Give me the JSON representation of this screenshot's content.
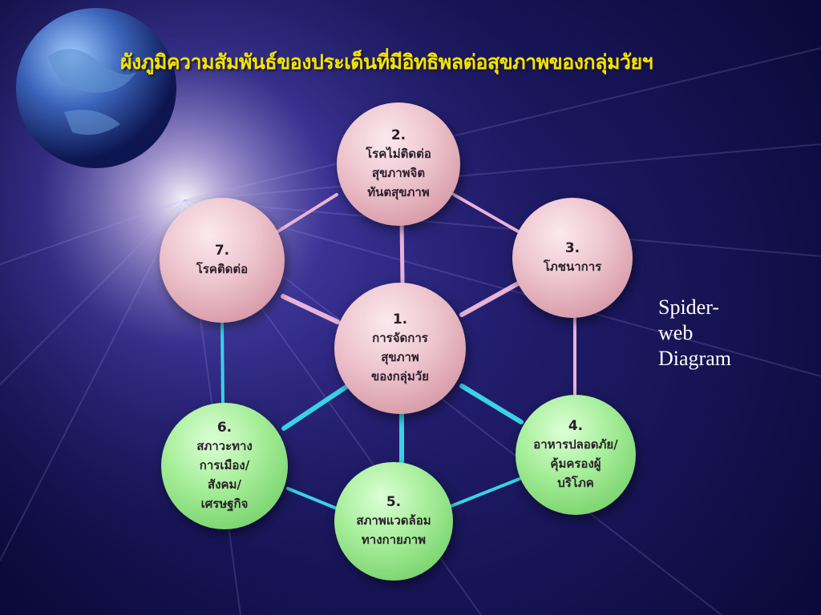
{
  "title": "ผังภูมิความสัมพันธ์ของประเด็นที่มีอิทธิพลต่อสุขภาพของกลุ่มวัยฯ",
  "side_label": [
    "Spider-",
    "web",
    "Diagram"
  ],
  "nodes": [
    {
      "num": "1.",
      "lines": [
        "การจัดการ",
        "สุขภาพ",
        "ของกลุ่มวัย"
      ],
      "color": "#e8b9c4"
    },
    {
      "num": "2.",
      "lines": [
        "โรคไม่ติดต่อ",
        "สุขภาพจิต",
        "ทันตสุขภาพ"
      ],
      "color": "#e8b9c4"
    },
    {
      "num": "3.",
      "lines": [
        "โภชนาการ"
      ],
      "color": "#e8b9c4"
    },
    {
      "num": "4.",
      "lines": [
        "อาหารปลอดภัย/",
        "คุ้มครองผู้",
        "บริโภค"
      ],
      "color": "#98e38c"
    },
    {
      "num": "5.",
      "lines": [
        "สภาพแวดล้อม",
        "ทางกายภาพ"
      ],
      "color": "#98e38c"
    },
    {
      "num": "6.",
      "lines": [
        "สภาวะทาง",
        "การเมือง/",
        "สังคม/",
        "เศรษฐกิจ"
      ],
      "color": "#98e38c"
    },
    {
      "num": "7.",
      "lines": [
        "โรคติดต่อ"
      ],
      "color": "#e8b9c4"
    }
  ],
  "colors": {
    "pink_link": "#e9b3d6",
    "cyan_link": "#39d3e6",
    "title": "#f2e400"
  }
}
